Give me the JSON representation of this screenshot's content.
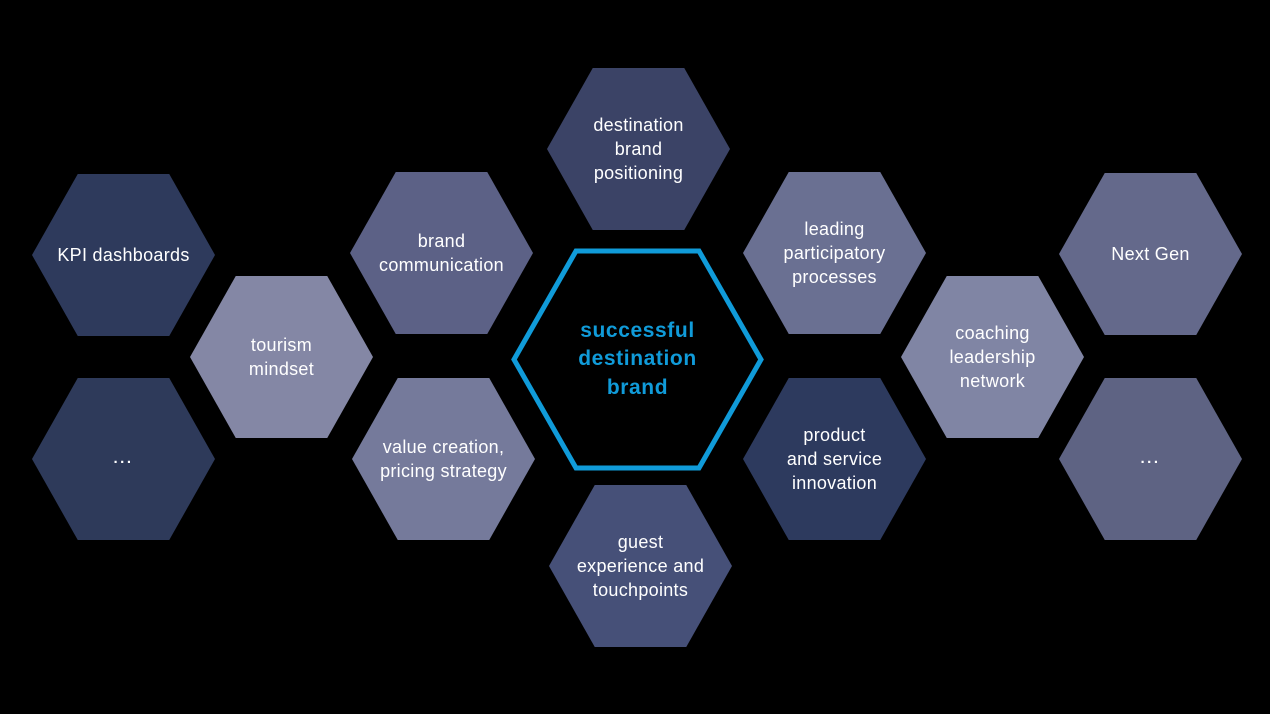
{
  "diagram": {
    "background_color": "#000000",
    "text_color": "#ffffff",
    "accent_color": "#109bd9",
    "center_hexagon": {
      "label": "successful\ndestination\nbrand",
      "outline_color": "#109bd9",
      "text_color": "#109bd9"
    },
    "hexagons": [
      {
        "id": "kpi-dashboards",
        "label": "KPI dashboards",
        "color": "#2e3a5c"
      },
      {
        "id": "more-left",
        "label": "...",
        "color": "#2e3a5a"
      },
      {
        "id": "tourism-mindset",
        "label": "tourism\nmindset",
        "color": "#8487a5"
      },
      {
        "id": "brand-communication",
        "label": "brand\ncommunication",
        "color": "#5c6186"
      },
      {
        "id": "value-creation-pricing-strategy",
        "label": "value creation,\npricing strategy",
        "color": "#757a9b"
      },
      {
        "id": "destination-brand-positioning",
        "label": "destination\nbrand\npositioning",
        "color": "#3b4366"
      },
      {
        "id": "guest-experience-and-touchpoints",
        "label": "guest\nexperience and\ntouchpoints",
        "color": "#465078"
      },
      {
        "id": "leading-participatory-processes",
        "label": "leading\nparticipatory\nprocesses",
        "color": "#6a7092"
      },
      {
        "id": "product-and-service-innovation",
        "label": "product\nand service\ninnovation",
        "color": "#2d3a5e"
      },
      {
        "id": "coaching-leadership-network",
        "label": "coaching\nleadership\nnetwork",
        "color": "#8085a4"
      },
      {
        "id": "next-gen",
        "label": "Next Gen",
        "color": "#64698b"
      },
      {
        "id": "more-right",
        "label": "...",
        "color": "#5e6383"
      }
    ]
  }
}
